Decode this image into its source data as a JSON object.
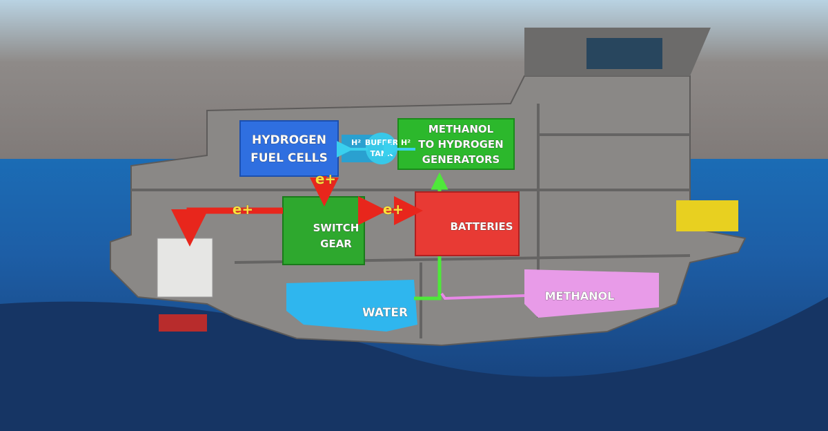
{
  "diagram": {
    "components": {
      "fuel_cells": {
        "line1": "HYDROGEN",
        "line2": "FUEL CELLS",
        "color": "#2f6fe0"
      },
      "buffer_tank": {
        "line1": "BUFFER",
        "line2": "TANK",
        "color": "#38c8e8"
      },
      "generators": {
        "line1": "METHANOL",
        "line2": "TO HYDROGEN",
        "line3": "GENERATORS",
        "color": "#2cb82c"
      },
      "switch_gear": {
        "line1": "SWITCH",
        "line2": "GEAR",
        "color": "#2ea82e"
      },
      "batteries": {
        "label": "BATTERIES",
        "color": "#e83a34"
      },
      "water": {
        "label": "WATER",
        "color": "#2fb6ee"
      },
      "methanol": {
        "label": "METHANOL",
        "color": "#e89be8"
      }
    },
    "flows": {
      "h2_left": "H²",
      "h2_right": "H²",
      "e_fuelcell": "e+",
      "e_motor": "e+",
      "e_battery": "e+"
    },
    "colors": {
      "electric": "#e8261c",
      "hydrogen": "#3ad0ee",
      "water_feed": "#4ee83a",
      "methanol_feed": "#e888e8"
    }
  }
}
